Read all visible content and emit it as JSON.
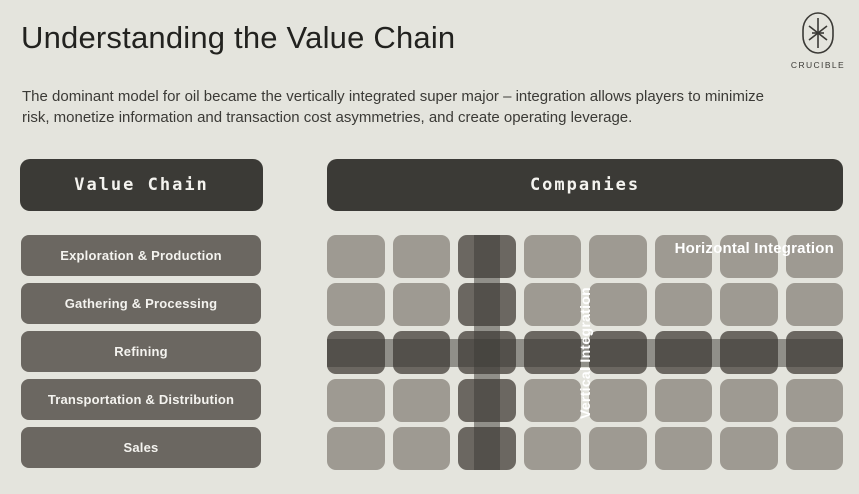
{
  "title": "Understanding the Value Chain",
  "subtitle": "The dominant model for oil became the vertically integrated super major – integration allows players to minimize risk, monetize information and transaction cost asymmetries, and create operating leverage.",
  "logo": {
    "brand": "CRUCIBLE",
    "icon": "crucible-star-icon"
  },
  "value_chain": {
    "header": "Value Chain",
    "items": [
      "Exploration & Production",
      "Gathering & Processing",
      "Refining",
      "Transportation & Distribution",
      "Sales"
    ]
  },
  "companies": {
    "header": "Companies",
    "grid": {
      "rows": 5,
      "cols": 8,
      "integrated_row": 3,
      "integrated_col": 3
    },
    "vertical_band_label": "Vertical Integration",
    "horizontal_band_label": "Horizontal Integration"
  },
  "colors": {
    "background": "#e4e4dd",
    "section_header": "#3b3a36",
    "chain_item": "#6b6761",
    "company_cell": "#9e9a92",
    "integrated_cell": "#6b6761",
    "band_overlay": "rgba(59,58,54,0.5)",
    "text_light": "#f4f3ef",
    "text_dark": "#22221f"
  }
}
